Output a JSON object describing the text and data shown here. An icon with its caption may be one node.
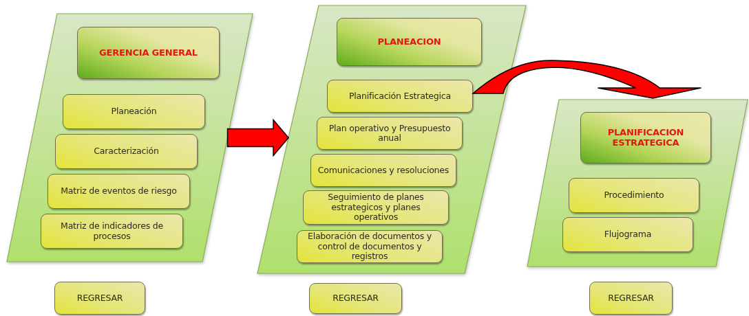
{
  "diagram": {
    "nodes": [
      {
        "text": [],
        "shape": "parallelogram"
      },
      {
        "text": [
          "GERENCIA GENERAL"
        ],
        "in": 0
      },
      {
        "text": [
          "Planeación"
        ],
        "in": 0
      },
      {
        "text": [
          "Caracterización"
        ],
        "in": 0
      },
      {
        "text": [
          "Matriz de eventos de riesgo"
        ],
        "in": 0
      },
      {
        "text": [
          "Matriz de indicadores de procesos"
        ],
        "in": 0
      },
      {
        "text": [],
        "shape": "parallelogram"
      },
      {
        "text": [
          "PLANEACION"
        ],
        "in": 6
      },
      {
        "text": [
          "Planificación Estrategica"
        ],
        "in": 6
      },
      {
        "text": [
          "Plan operativo y Presupuesto anual"
        ],
        "in": 6
      },
      {
        "text": [
          "Comunicaciones y resoluciones"
        ],
        "in": 6
      },
      {
        "text": [
          "Seguimiento de planes estrategicos y planes operativos"
        ],
        "in": 6
      },
      {
        "text": [
          "Elaboración de documentos y control de documentos y registros"
        ],
        "in": 6
      },
      {
        "text": [],
        "shape": "parallelogram"
      },
      {
        "text": [
          "PLANIFICACION ESTRATEGICA"
        ],
        "in": 13
      },
      {
        "text": [
          "Procedimiento"
        ],
        "in": 13
      },
      {
        "text": [
          "Flujograma"
        ],
        "in": 13
      },
      {
        "text": [
          "REGRESAR"
        ]
      },
      {
        "text": [
          "REGRESAR"
        ]
      },
      {
        "text": [
          "REGRESAR"
        ]
      }
    ],
    "edges": [
      {
        "from": 0,
        "to": 6,
        "arrow": "to",
        "style": "thick"
      },
      {
        "from": 8,
        "to": 13,
        "arrow": "to",
        "style": "thick"
      }
    ]
  }
}
